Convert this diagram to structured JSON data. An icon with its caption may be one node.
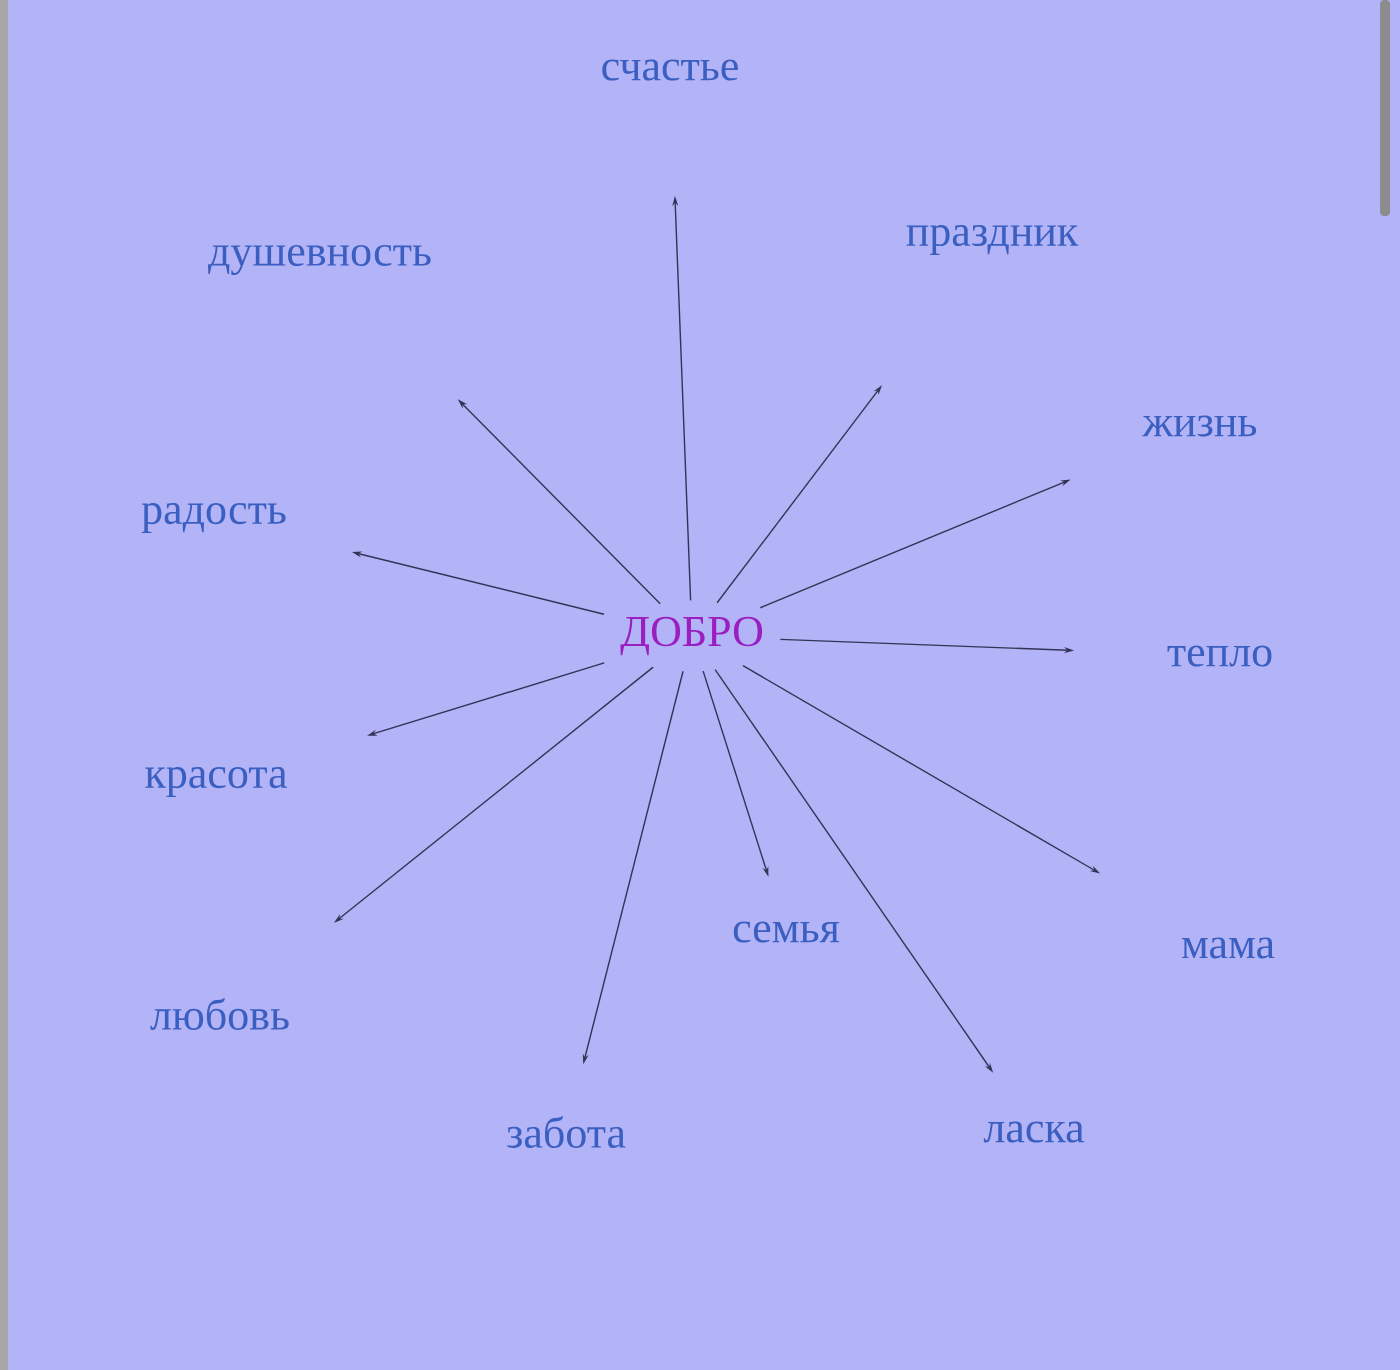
{
  "diagram": {
    "nodes": [
      {
        "text": [
          "ДОБРО"
        ]
      },
      {
        "text": [
          "счастье"
        ]
      },
      {
        "text": [
          "душевность"
        ]
      },
      {
        "text": [
          "праздник"
        ]
      },
      {
        "text": [
          "жизнь"
        ]
      },
      {
        "text": [
          "радость"
        ]
      },
      {
        "text": [
          "тепло"
        ]
      },
      {
        "text": [
          "красота"
        ]
      },
      {
        "text": [
          "семья"
        ]
      },
      {
        "text": [
          "мама"
        ]
      },
      {
        "text": [
          "любовь"
        ]
      },
      {
        "text": [
          "забота"
        ]
      },
      {
        "text": [
          "ласка"
        ]
      }
    ],
    "edges": [
      {
        "from": 0,
        "to": 1,
        "arrow": "to"
      },
      {
        "from": 0,
        "to": 2,
        "arrow": "to"
      },
      {
        "from": 0,
        "to": 3,
        "arrow": "to"
      },
      {
        "from": 0,
        "to": 4,
        "arrow": "to"
      },
      {
        "from": 0,
        "to": 5,
        "arrow": "to"
      },
      {
        "from": 0,
        "to": 6,
        "arrow": "to"
      },
      {
        "from": 0,
        "to": 7,
        "arrow": "to"
      },
      {
        "from": 0,
        "to": 8,
        "arrow": "to"
      },
      {
        "from": 0,
        "to": 9,
        "arrow": "to"
      },
      {
        "from": 0,
        "to": 10,
        "arrow": "to"
      },
      {
        "from": 0,
        "to": 11,
        "arrow": "to"
      },
      {
        "from": 0,
        "to": 12,
        "arrow": "to"
      }
    ]
  }
}
